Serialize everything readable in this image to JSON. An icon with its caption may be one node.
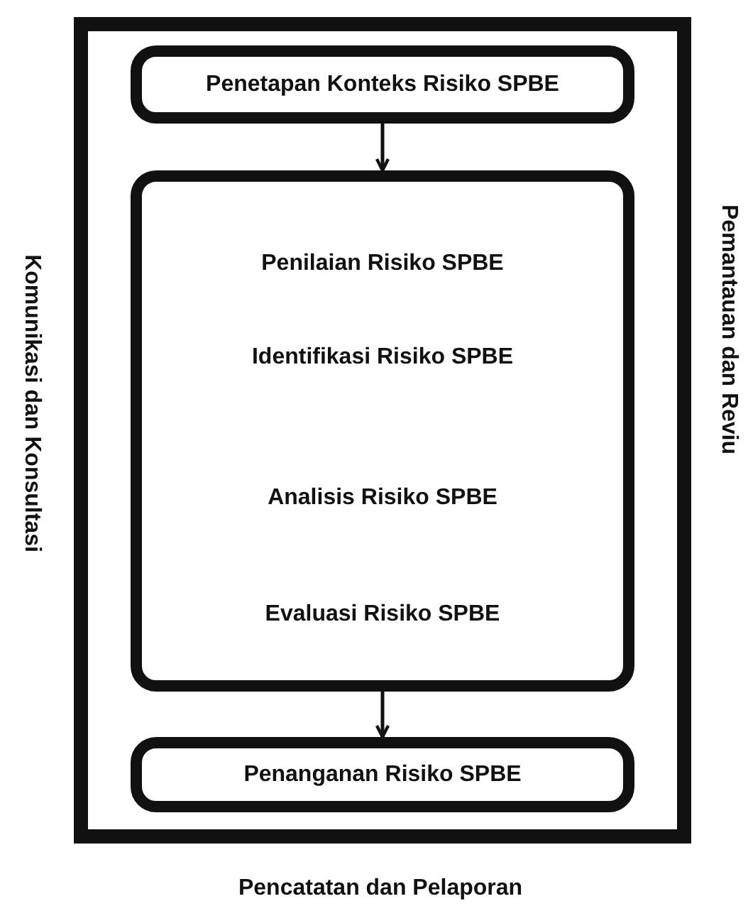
{
  "diagram": {
    "nodes": [
      {
        "text": [],
        "shape": "box"
      },
      {
        "text": [
          "Penetapan Konteks Risiko SPBE"
        ],
        "in": 0
      },
      {
        "text": [
          "Penilaian Risiko SPBE",
          "Identifikasi Risiko SPBE",
          "Analisis Risiko SPBE",
          "Evaluasi Risiko SPBE"
        ],
        "in": 0
      },
      {
        "text": [
          "Penanganan Risiko SPBE"
        ],
        "in": 0
      }
    ],
    "edges": [
      {
        "from": 1,
        "to": 2,
        "arrow": "to"
      },
      {
        "from": 2,
        "to": 3,
        "arrow": "to"
      }
    ],
    "labels": [
      "Komunikasi dan Konsultasi",
      "Pemantauan dan Reviu",
      "Pencatatan dan Pelaporan"
    ]
  }
}
